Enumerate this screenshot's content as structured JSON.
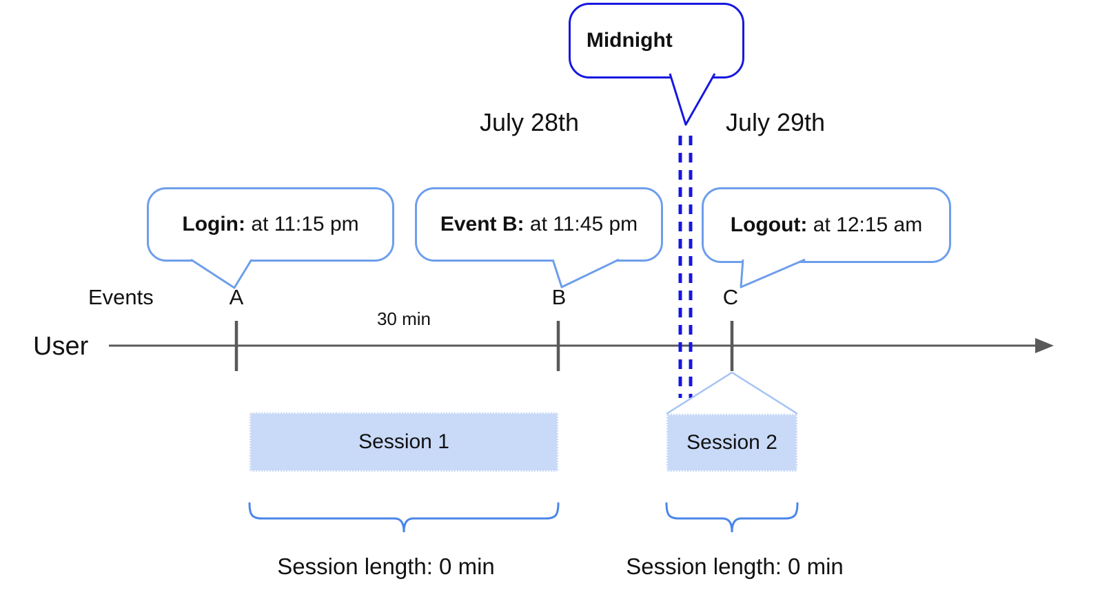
{
  "callouts": {
    "midnight": {
      "label": "Midnight"
    },
    "login": {
      "label": "Login:",
      "text": "at 11:15 pm"
    },
    "event_b": {
      "label": "Event B:",
      "text": "at 11:45 pm"
    },
    "logout": {
      "label": "Logout:",
      "text": "at 12:15 am"
    }
  },
  "dates": {
    "left": "July 28th",
    "right": "July 29th"
  },
  "timeline": {
    "axis_label": "Events",
    "row_label": "User",
    "interval_label": "30 min",
    "event_marks": [
      "A",
      "B",
      "C"
    ]
  },
  "sessions": [
    {
      "name": "Session 1",
      "length_label": "Session length: 0 min"
    },
    {
      "name": "Session 2",
      "length_label": "Session length: 0 min"
    }
  ],
  "colors": {
    "dark_blue": "#1717e0",
    "light_blue": "#6d9eeb",
    "brace_blue": "#4a86e8",
    "triangle_blue": "#a4c2f4",
    "session_fill": "#c9daf8",
    "axis_gray": "#595959",
    "text_black": "#111111"
  }
}
